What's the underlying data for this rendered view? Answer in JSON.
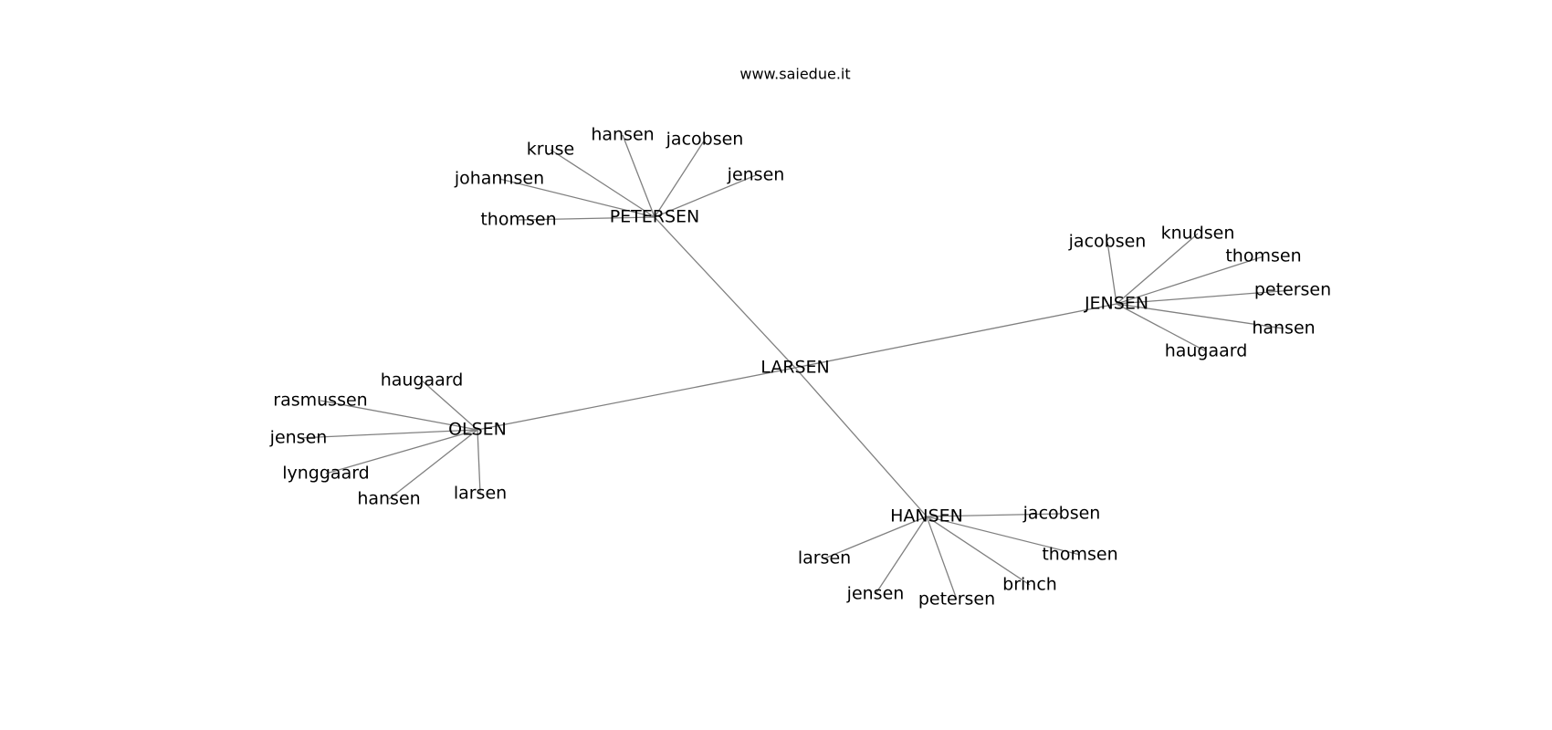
{
  "title": "www.saiedue.it",
  "nodes": [
    {
      "id": "larsen_root",
      "label": "LARSEN"
    },
    {
      "id": "petersen_hub",
      "label": "PETERSEN"
    },
    {
      "id": "jensen_hub",
      "label": "JENSEN"
    },
    {
      "id": "olsen_hub",
      "label": "OLSEN"
    },
    {
      "id": "hansen_hub",
      "label": "HANSEN"
    },
    {
      "id": "p_hansen",
      "label": "hansen"
    },
    {
      "id": "p_kruse",
      "label": "kruse"
    },
    {
      "id": "p_jacobsen",
      "label": "jacobsen"
    },
    {
      "id": "p_johannsen",
      "label": "johannsen"
    },
    {
      "id": "p_jensen",
      "label": "jensen"
    },
    {
      "id": "p_thomsen",
      "label": "thomsen"
    },
    {
      "id": "j_jacobsen",
      "label": "jacobsen"
    },
    {
      "id": "j_knudsen",
      "label": "knudsen"
    },
    {
      "id": "j_thomsen",
      "label": "thomsen"
    },
    {
      "id": "j_petersen",
      "label": "petersen"
    },
    {
      "id": "j_hansen",
      "label": "hansen"
    },
    {
      "id": "j_haugaard",
      "label": "haugaard"
    },
    {
      "id": "o_haugaard",
      "label": "haugaard"
    },
    {
      "id": "o_rasmussen",
      "label": "rasmussen"
    },
    {
      "id": "o_jensen",
      "label": "jensen"
    },
    {
      "id": "o_lynggaard",
      "label": "lynggaard"
    },
    {
      "id": "o_hansen",
      "label": "hansen"
    },
    {
      "id": "o_larsen",
      "label": "larsen"
    },
    {
      "id": "h_jacobsen",
      "label": "jacobsen"
    },
    {
      "id": "h_thomsen",
      "label": "thomsen"
    },
    {
      "id": "h_larsen",
      "label": "larsen"
    },
    {
      "id": "h_brinch",
      "label": "brinch"
    },
    {
      "id": "h_jensen",
      "label": "jensen"
    },
    {
      "id": "h_petersen",
      "label": "petersen"
    }
  ],
  "edges": [
    [
      "larsen_root",
      "petersen_hub"
    ],
    [
      "larsen_root",
      "jensen_hub"
    ],
    [
      "larsen_root",
      "olsen_hub"
    ],
    [
      "larsen_root",
      "hansen_hub"
    ],
    [
      "petersen_hub",
      "p_hansen"
    ],
    [
      "petersen_hub",
      "p_kruse"
    ],
    [
      "petersen_hub",
      "p_jacobsen"
    ],
    [
      "petersen_hub",
      "p_johannsen"
    ],
    [
      "petersen_hub",
      "p_jensen"
    ],
    [
      "petersen_hub",
      "p_thomsen"
    ],
    [
      "jensen_hub",
      "j_jacobsen"
    ],
    [
      "jensen_hub",
      "j_knudsen"
    ],
    [
      "jensen_hub",
      "j_thomsen"
    ],
    [
      "jensen_hub",
      "j_petersen"
    ],
    [
      "jensen_hub",
      "j_hansen"
    ],
    [
      "jensen_hub",
      "j_haugaard"
    ],
    [
      "olsen_hub",
      "o_haugaard"
    ],
    [
      "olsen_hub",
      "o_rasmussen"
    ],
    [
      "olsen_hub",
      "o_jensen"
    ],
    [
      "olsen_hub",
      "o_lynggaard"
    ],
    [
      "olsen_hub",
      "o_hansen"
    ],
    [
      "olsen_hub",
      "o_larsen"
    ],
    [
      "hansen_hub",
      "h_jacobsen"
    ],
    [
      "hansen_hub",
      "h_thomsen"
    ],
    [
      "hansen_hub",
      "h_larsen"
    ],
    [
      "hansen_hub",
      "h_brinch"
    ],
    [
      "hansen_hub",
      "h_jensen"
    ],
    [
      "hansen_hub",
      "h_petersen"
    ]
  ],
  "colors": {
    "edge": "#808080",
    "text": "#000000",
    "background": "#ffffff"
  }
}
